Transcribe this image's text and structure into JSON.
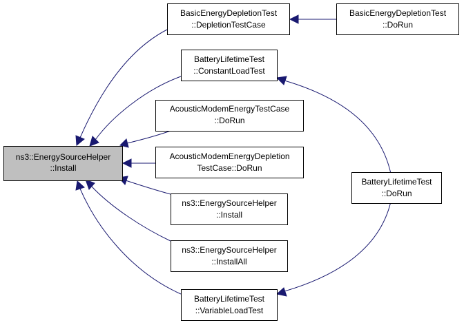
{
  "colors": {
    "edge": "#191970",
    "root_fill": "#bfbfbf",
    "node_fill": "#ffffff",
    "border": "#000000"
  },
  "nodes": {
    "root": {
      "line1": "ns3::EnergySourceHelper",
      "line2": "::Install"
    },
    "basic_depletion_testcase": {
      "line1": "BasicEnergyDepletionTest",
      "line2": "::DepletionTestCase"
    },
    "basic_depletion_dorun": {
      "line1": "BasicEnergyDepletionTest",
      "line2": "::DoRun"
    },
    "battery_constant_load": {
      "line1": "BatteryLifetimeTest",
      "line2": "::ConstantLoadTest"
    },
    "acoustic_modem_testcase_dorun": {
      "line1": "AcousticModemEnergyTestCase",
      "line2": "::DoRun"
    },
    "acoustic_modem_depletion_dorun": {
      "line1": "AcousticModemEnergyDepletion",
      "line2": "TestCase::DoRun"
    },
    "energy_source_helper_install": {
      "line1": "ns3::EnergySourceHelper",
      "line2": "::Install"
    },
    "energy_source_helper_installall": {
      "line1": "ns3::EnergySourceHelper",
      "line2": "::InstallAll"
    },
    "battery_variable_load": {
      "line1": "BatteryLifetimeTest",
      "line2": "::VariableLoadTest"
    },
    "battery_dorun": {
      "line1": "BatteryLifetimeTest",
      "line2": "::DoRun"
    }
  }
}
